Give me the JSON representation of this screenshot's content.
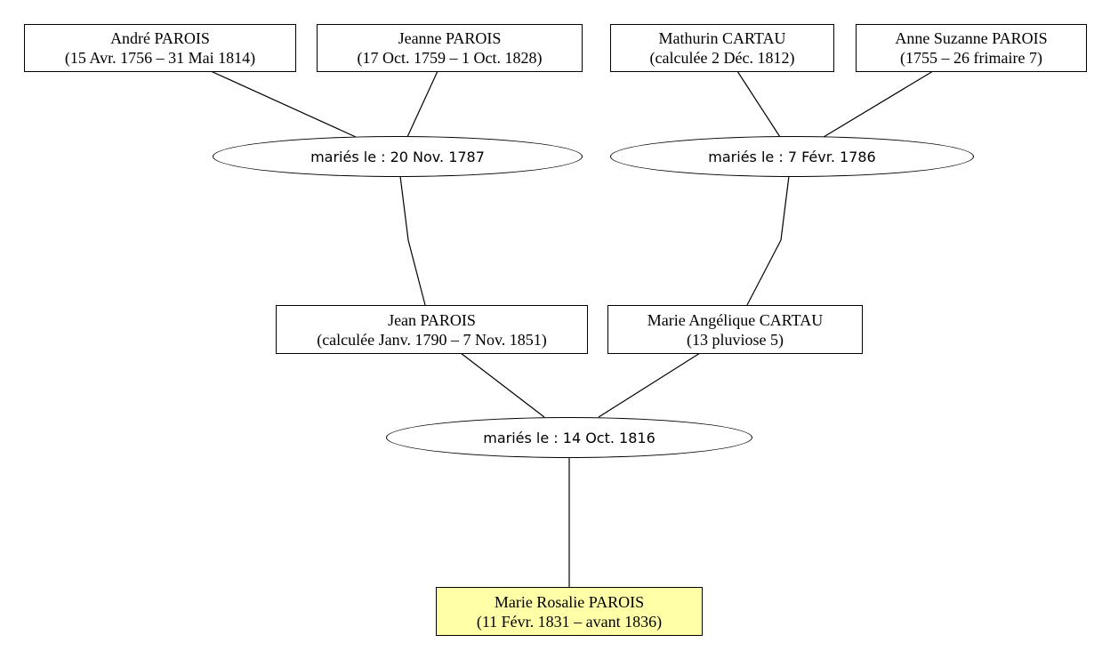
{
  "persons": {
    "andre": {
      "name": "André PAROIS",
      "dates": "(15 Avr. 1756 – 31 Mai 1814)"
    },
    "jeanne": {
      "name": "Jeanne PAROIS",
      "dates": "(17 Oct. 1759 – 1 Oct. 1828)"
    },
    "mathurin": {
      "name": "Mathurin CARTAU",
      "dates": "(calculée 2 Déc. 1812)"
    },
    "anne": {
      "name": "Anne Suzanne PAROIS",
      "dates": "(1755 – 26 frimaire 7)"
    },
    "jean": {
      "name": "Jean PAROIS",
      "dates": "(calculée Janv. 1790 – 7 Nov. 1851)"
    },
    "marie_angelique": {
      "name": "Marie Angélique CARTAU",
      "dates": "(13 pluviose 5)"
    },
    "marie_rosalie": {
      "name": "Marie Rosalie PAROIS",
      "dates": "(11 Févr. 1831 – avant 1836)"
    }
  },
  "marriages": {
    "m1787": "mariés le : 20 Nov. 1787",
    "m1786": "mariés le : 7 Févr. 1786",
    "m1816": "mariés le : 14 Oct. 1816"
  },
  "colors": {
    "highlight": "#ffffa8",
    "line": "#000000"
  }
}
